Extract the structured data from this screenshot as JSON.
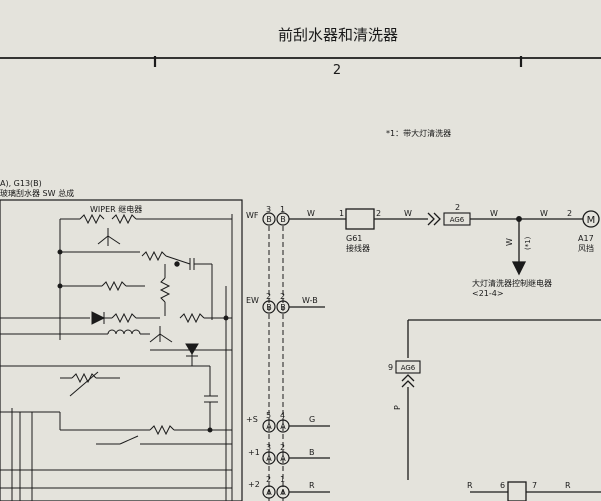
{
  "header": {
    "title": "前刮水器和清洗器",
    "section_number": "2"
  },
  "note": "*1：带大灯清洗器",
  "switch_assembly": {
    "ref": "A), G13(B)",
    "name": "玻璃刮水器 SW 总成",
    "relay_label": "WIPER 继电器"
  },
  "terminals": [
    {
      "name": "WF",
      "pins": [
        "3",
        "1"
      ],
      "letters": [
        "B",
        "B"
      ],
      "wire": "W"
    },
    {
      "name": "EW",
      "pins": [
        "2",
        "2"
      ],
      "letters": [
        "B",
        "B"
      ],
      "wire": "W-B"
    },
    {
      "name": "+S",
      "pins": [
        "5",
        "4"
      ],
      "letters": [
        "A",
        "A"
      ],
      "wire": "G"
    },
    {
      "name": "+1",
      "pins": [
        "3",
        "2"
      ],
      "letters": [
        "A",
        "A"
      ],
      "wire": "B"
    },
    {
      "name": "+2",
      "pins": [
        "2",
        "1"
      ],
      "letters": [
        "A",
        "A"
      ],
      "wire": "R"
    }
  ],
  "connector_g61": {
    "ref": "G61",
    "name": "接线器",
    "pin_left": "1",
    "pin_right": "2",
    "wire_in": "W",
    "wire_out": "W"
  },
  "connector_ag6_top": {
    "code": "AG6",
    "pin": "2"
  },
  "wire_after_ag6": "W",
  "wire_to_motor": "W",
  "motor": {
    "ref": "A17",
    "name": "风挡",
    "pin": "2",
    "symbol": "M"
  },
  "branch_wire": {
    "color": "W",
    "note": "(*1)"
  },
  "headlamp_relay": {
    "name": "大灯清洗器控制继电器",
    "ref": "<21-4>"
  },
  "connector_ag6_mid": {
    "code": "AG6",
    "pin": "9",
    "wire": "P"
  },
  "bottom": {
    "wire_left": "R",
    "pin_a": "6",
    "pin_b": "7",
    "wire_right": "R"
  }
}
